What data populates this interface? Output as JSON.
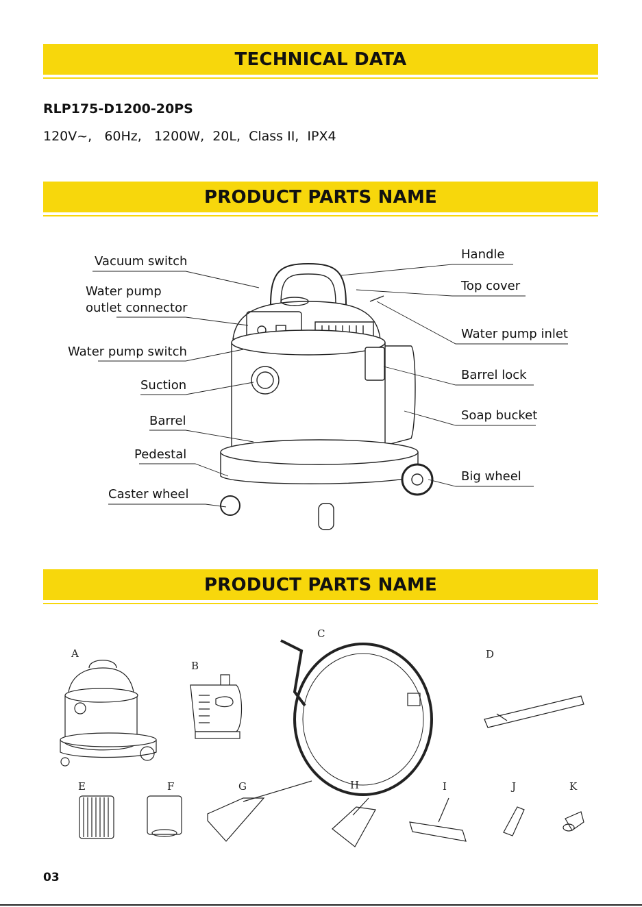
{
  "sections": {
    "technical": "TECHNICAL DATA",
    "parts1": "PRODUCT PARTS NAME",
    "parts2": "PRODUCT PARTS NAME"
  },
  "technical": {
    "model": "RLP175-D1200-20PS",
    "specs": "120V~,   60Hz,   1200W,  20L,  Class II,  IPX4"
  },
  "labels": {
    "vacuum_switch": "Vacuum switch",
    "water_pump_outlet_1": "Water pump",
    "water_pump_outlet_2": "outlet connector",
    "water_pump_switch": "Water pump switch",
    "suction": "Suction",
    "barrel": "Barrel",
    "pedestal": "Pedestal",
    "caster_wheel": "Caster wheel",
    "handle": "Handle",
    "top_cover": "Top cover",
    "water_pump_inlet": "Water pump inlet",
    "barrel_lock": "Barrel lock",
    "soap_bucket": "Soap bucket",
    "big_wheel": "Big wheel"
  },
  "accessories": {
    "A": "A",
    "B": "B",
    "C": "C",
    "D": "D",
    "E": "E",
    "F": "F",
    "G": "G",
    "H": "H",
    "I": "I",
    "J": "J",
    "K": "K"
  },
  "page_number": "03"
}
